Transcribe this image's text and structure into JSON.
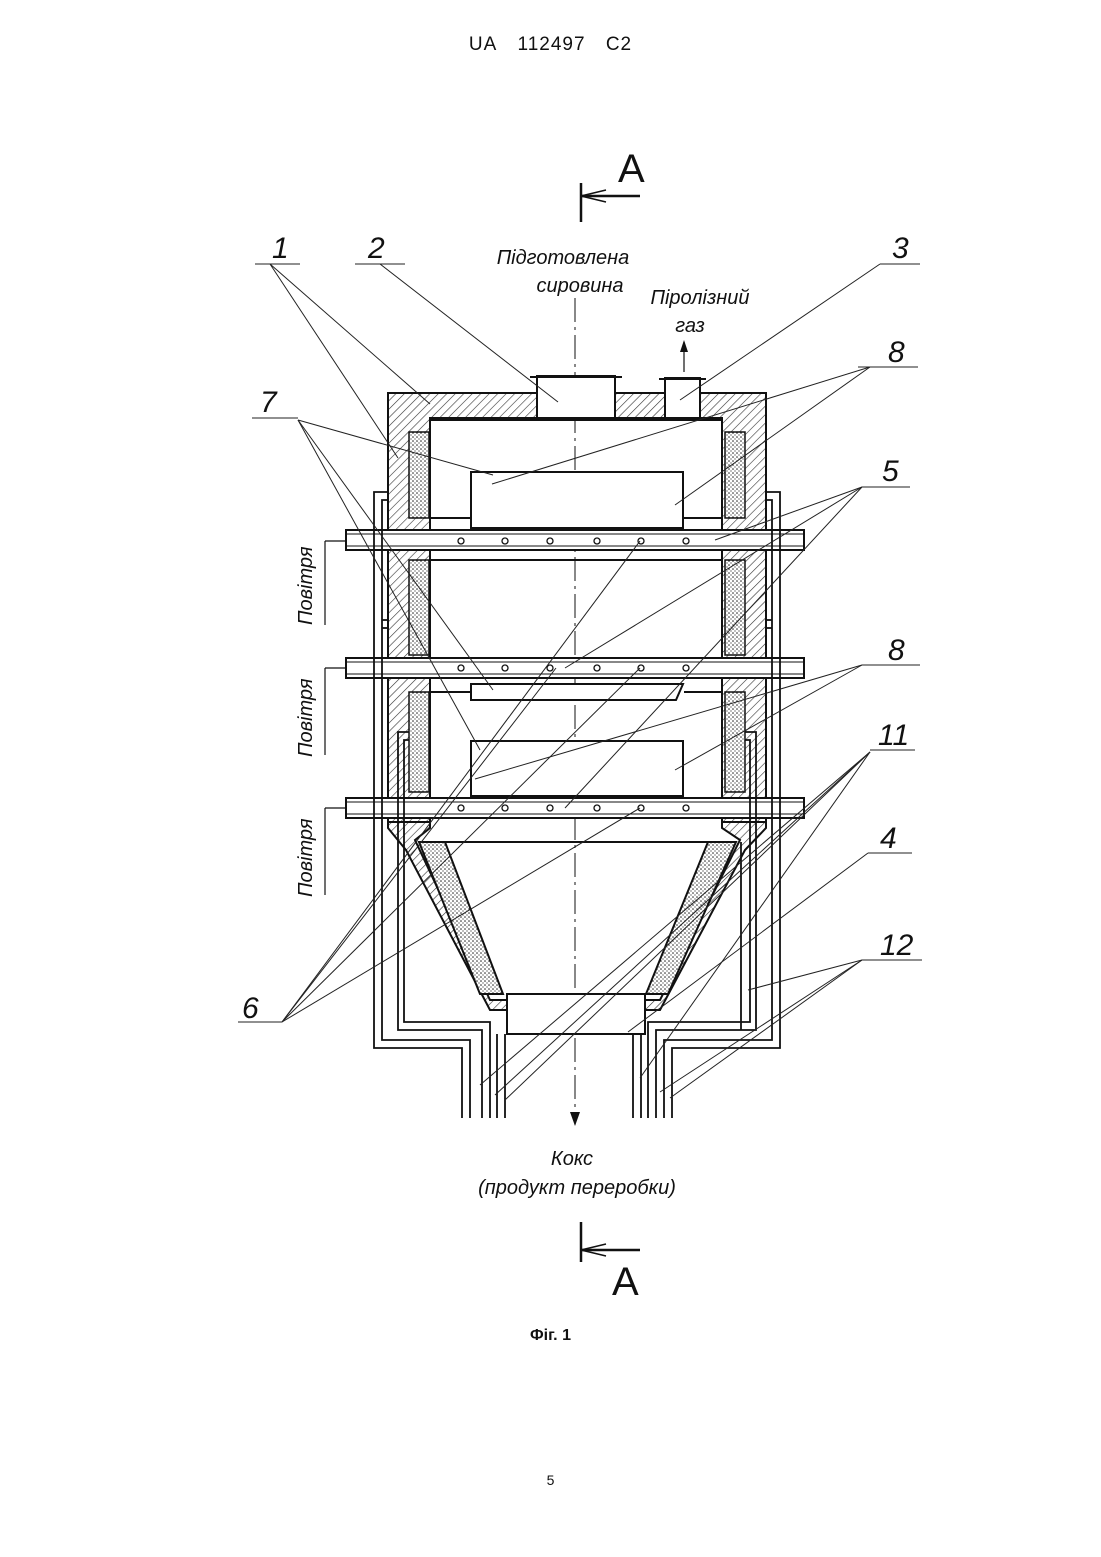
{
  "header": {
    "country": "UA",
    "number": "112497",
    "kind": "C2"
  },
  "section_marks": {
    "top": "A",
    "bottom": "A"
  },
  "labels": {
    "input_line1": "Підготовлена",
    "input_line2": "сировина",
    "gas_line1": "Піролізний",
    "gas_line2": "газ",
    "output_line1": "Кокс",
    "output_line2": "(продукт переробки)",
    "air": "Повітря"
  },
  "ref_numbers": [
    "1",
    "2",
    "3",
    "4",
    "5",
    "6",
    "7",
    "8",
    "8",
    "11",
    "12"
  ],
  "caption": "Фіг. 1",
  "page_number": "5"
}
